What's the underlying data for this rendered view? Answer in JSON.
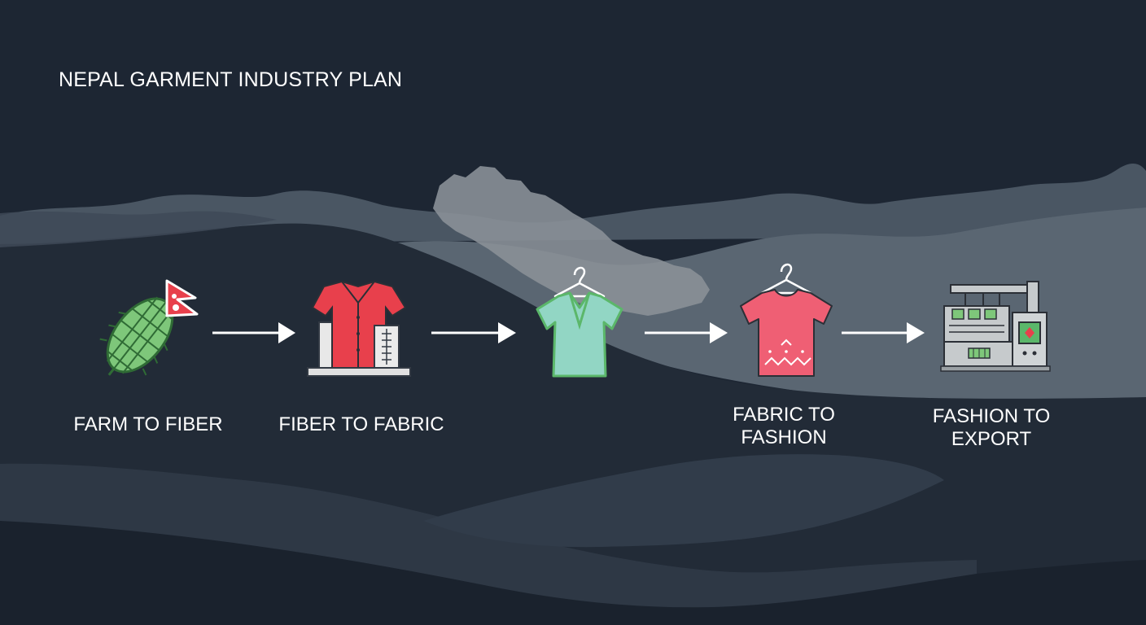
{
  "title": "NEPAL GARMENT INDUSTRY PLAN",
  "colors": {
    "background": "#1d2633",
    "mountain_far": "#4c5866",
    "mountain_mid": "#3a4553",
    "nepal_map": "#8c9198",
    "arrow": "#ffffff",
    "green": "#7ec77a",
    "red": "#e8404c",
    "teal": "#92d6c4",
    "pink": "#ef5f74",
    "machine": "#c6cacc"
  },
  "steps": [
    {
      "icon": "cotton-boll-with-nepal-flag-icon",
      "label_lines": [
        "FARM TO FIBER"
      ]
    },
    {
      "icon": "red-garment-with-measuring-rulers-icon",
      "label_lines": [
        "FIBER TO FABRIC"
      ]
    },
    {
      "icon": "teal-tshirt-on-hanger-icon",
      "label_lines": []
    },
    {
      "icon": "pink-tshirt-on-hanger-icon",
      "label_lines": [
        "FABRIC TO",
        "FASHION"
      ]
    },
    {
      "icon": "export-factory-machine-icon",
      "label_lines": [
        "FASHION TO",
        "EXPORT"
      ]
    }
  ]
}
